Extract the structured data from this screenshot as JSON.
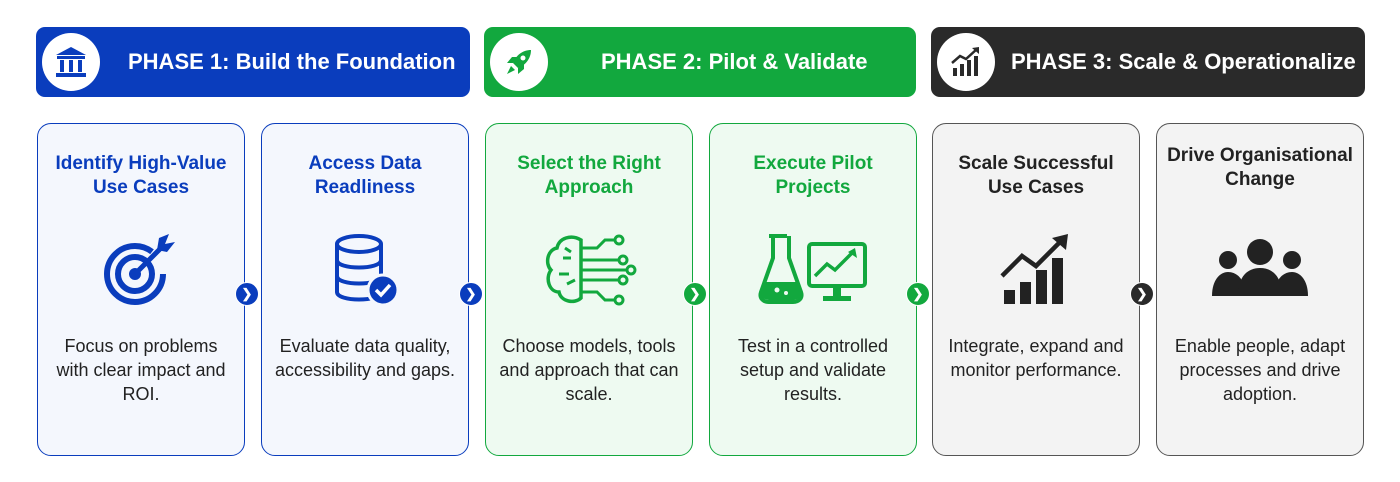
{
  "phases": [
    {
      "title": "PHASE 1: Build the Foundation",
      "icon": "bank-icon",
      "color": "#0a3dbd"
    },
    {
      "title": "PHASE 2: Pilot & Validate",
      "icon": "rocket-icon",
      "color": "#12a83e"
    },
    {
      "title": "PHASE 3: Scale & Operationalize",
      "icon": "growth-chart-icon",
      "color": "#2a2a2a"
    }
  ],
  "cards": [
    {
      "title": "Identify High-Value Use Cases",
      "desc": "Focus on problems with clear impact and ROI.",
      "icon": "target-icon"
    },
    {
      "title": "Access Data Readliness",
      "desc": "Evaluate data quality, accessibility and gaps.",
      "icon": "database-check-icon"
    },
    {
      "title": "Select the Right Approach",
      "desc": "Choose models, tools and approach that can scale.",
      "icon": "ai-brain-icon"
    },
    {
      "title": "Execute Pilot Projects",
      "desc": "Test in a controlled setup and validate results.",
      "icon": "lab-monitor-icon"
    },
    {
      "title": "Scale Successful Use Cases",
      "desc": "Integrate, expand and monitor performance.",
      "icon": "bar-growth-icon"
    },
    {
      "title": "Drive Organisational Change",
      "desc": "Enable people, adapt processes and drive adoption.",
      "icon": "people-group-icon"
    }
  ],
  "colors": {
    "blue": "#0a3dbd",
    "green": "#12a83e",
    "dark": "#2a2a2a"
  }
}
